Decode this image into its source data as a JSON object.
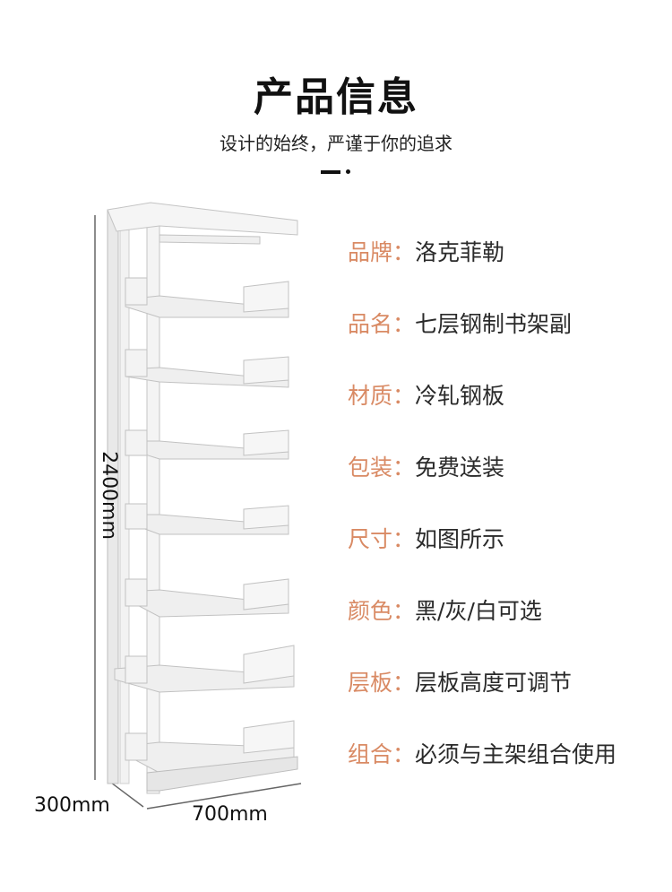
{
  "header": {
    "title": "产品信息",
    "subtitle": "设计的始终，严谨于你的追求"
  },
  "specs": [
    {
      "key": "品牌：",
      "value": "洛克菲勒"
    },
    {
      "key": "品名：",
      "value": "七层钢制书架副"
    },
    {
      "key": "材质：",
      "value": "冷轧钢板"
    },
    {
      "key": "包装：",
      "value": "免费送装"
    },
    {
      "key": "尺寸：",
      "value": "如图所示"
    },
    {
      "key": "颜色：",
      "value": "黑/灰/白可选"
    },
    {
      "key": "层板：",
      "value": "层板高度可调节"
    },
    {
      "key": "组合：",
      "value": "必须与主架组合使用"
    }
  ],
  "dimensions": {
    "height": "2400mm",
    "depth": "300mm",
    "width": "700mm"
  },
  "colors": {
    "spec_key": "#d98a64",
    "spec_value": "#2a2a2a"
  }
}
